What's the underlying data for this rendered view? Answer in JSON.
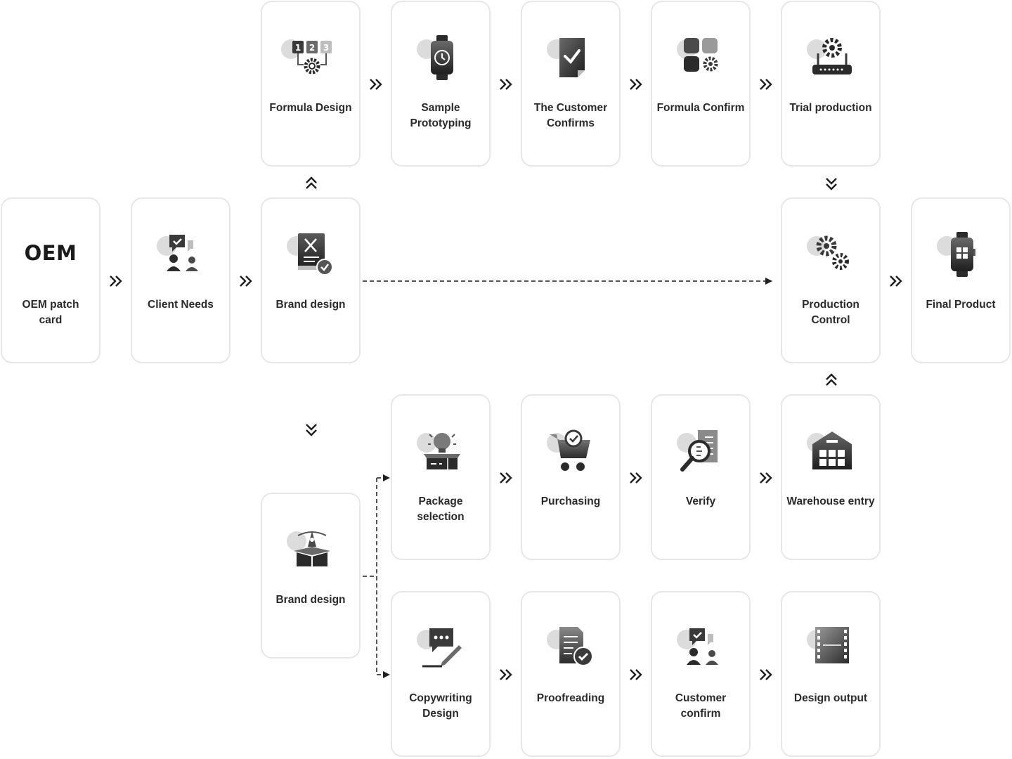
{
  "cards": {
    "oem_patch_card": {
      "logo": "OEM",
      "label": "OEM patch card"
    },
    "client_needs": {
      "label": "Client Needs"
    },
    "brand_design_top": {
      "label": "Brand design"
    },
    "formula_design": {
      "label": "Formula Design"
    },
    "sample_prototyping": {
      "label": "Sample Prototyping"
    },
    "customer_confirms": {
      "label": "The Customer Confirms"
    },
    "formula_confirm": {
      "label": "Formula Confirm"
    },
    "trial_production": {
      "label": "Trial production"
    },
    "production_control": {
      "label": "Production Control"
    },
    "final_product": {
      "label": "Final Product"
    },
    "brand_design_bottom": {
      "label": "Brand design"
    },
    "package_selection": {
      "label": "Package selection"
    },
    "purchasing": {
      "label": "Purchasing"
    },
    "verify": {
      "label": "Verify"
    },
    "warehouse_entry": {
      "label": "Warehouse entry"
    },
    "copywriting_design": {
      "label": "Copywriting Design"
    },
    "proofreading": {
      "label": "Proofreading"
    },
    "customer_confirm": {
      "label": "Customer confirm"
    },
    "design_output": {
      "label": "Design output"
    }
  },
  "icons": {
    "formula_design": "numbered-steps-gear-icon",
    "sample_prototyping": "smartwatch-clock-icon",
    "customer_confirms": "checked-document-icon",
    "formula_confirm": "app-grid-gear-icon",
    "trial_production": "gear-machine-icon",
    "client_needs": "people-chat-icon",
    "brand_design_top": "design-book-icon",
    "production_control": "gears-icon",
    "final_product": "smartwatch-grid-icon",
    "brand_design_bottom": "box-pen-icon",
    "package_selection": "box-lightbulb-icon",
    "purchasing": "shopping-cart-icon",
    "verify": "magnifier-document-icon",
    "warehouse_entry": "warehouse-icon",
    "copywriting_design": "chat-pen-icon",
    "proofreading": "document-check-icon",
    "customer_confirm": "people-chat-icon",
    "design_output": "film-strip-icon"
  },
  "colors": {
    "card_border": "#e7e7e7",
    "icon_dark": "#2b2b2b",
    "icon_light": "#d9d9d9",
    "text": "#2a2a2a",
    "arrow": "#1f1f1f"
  }
}
